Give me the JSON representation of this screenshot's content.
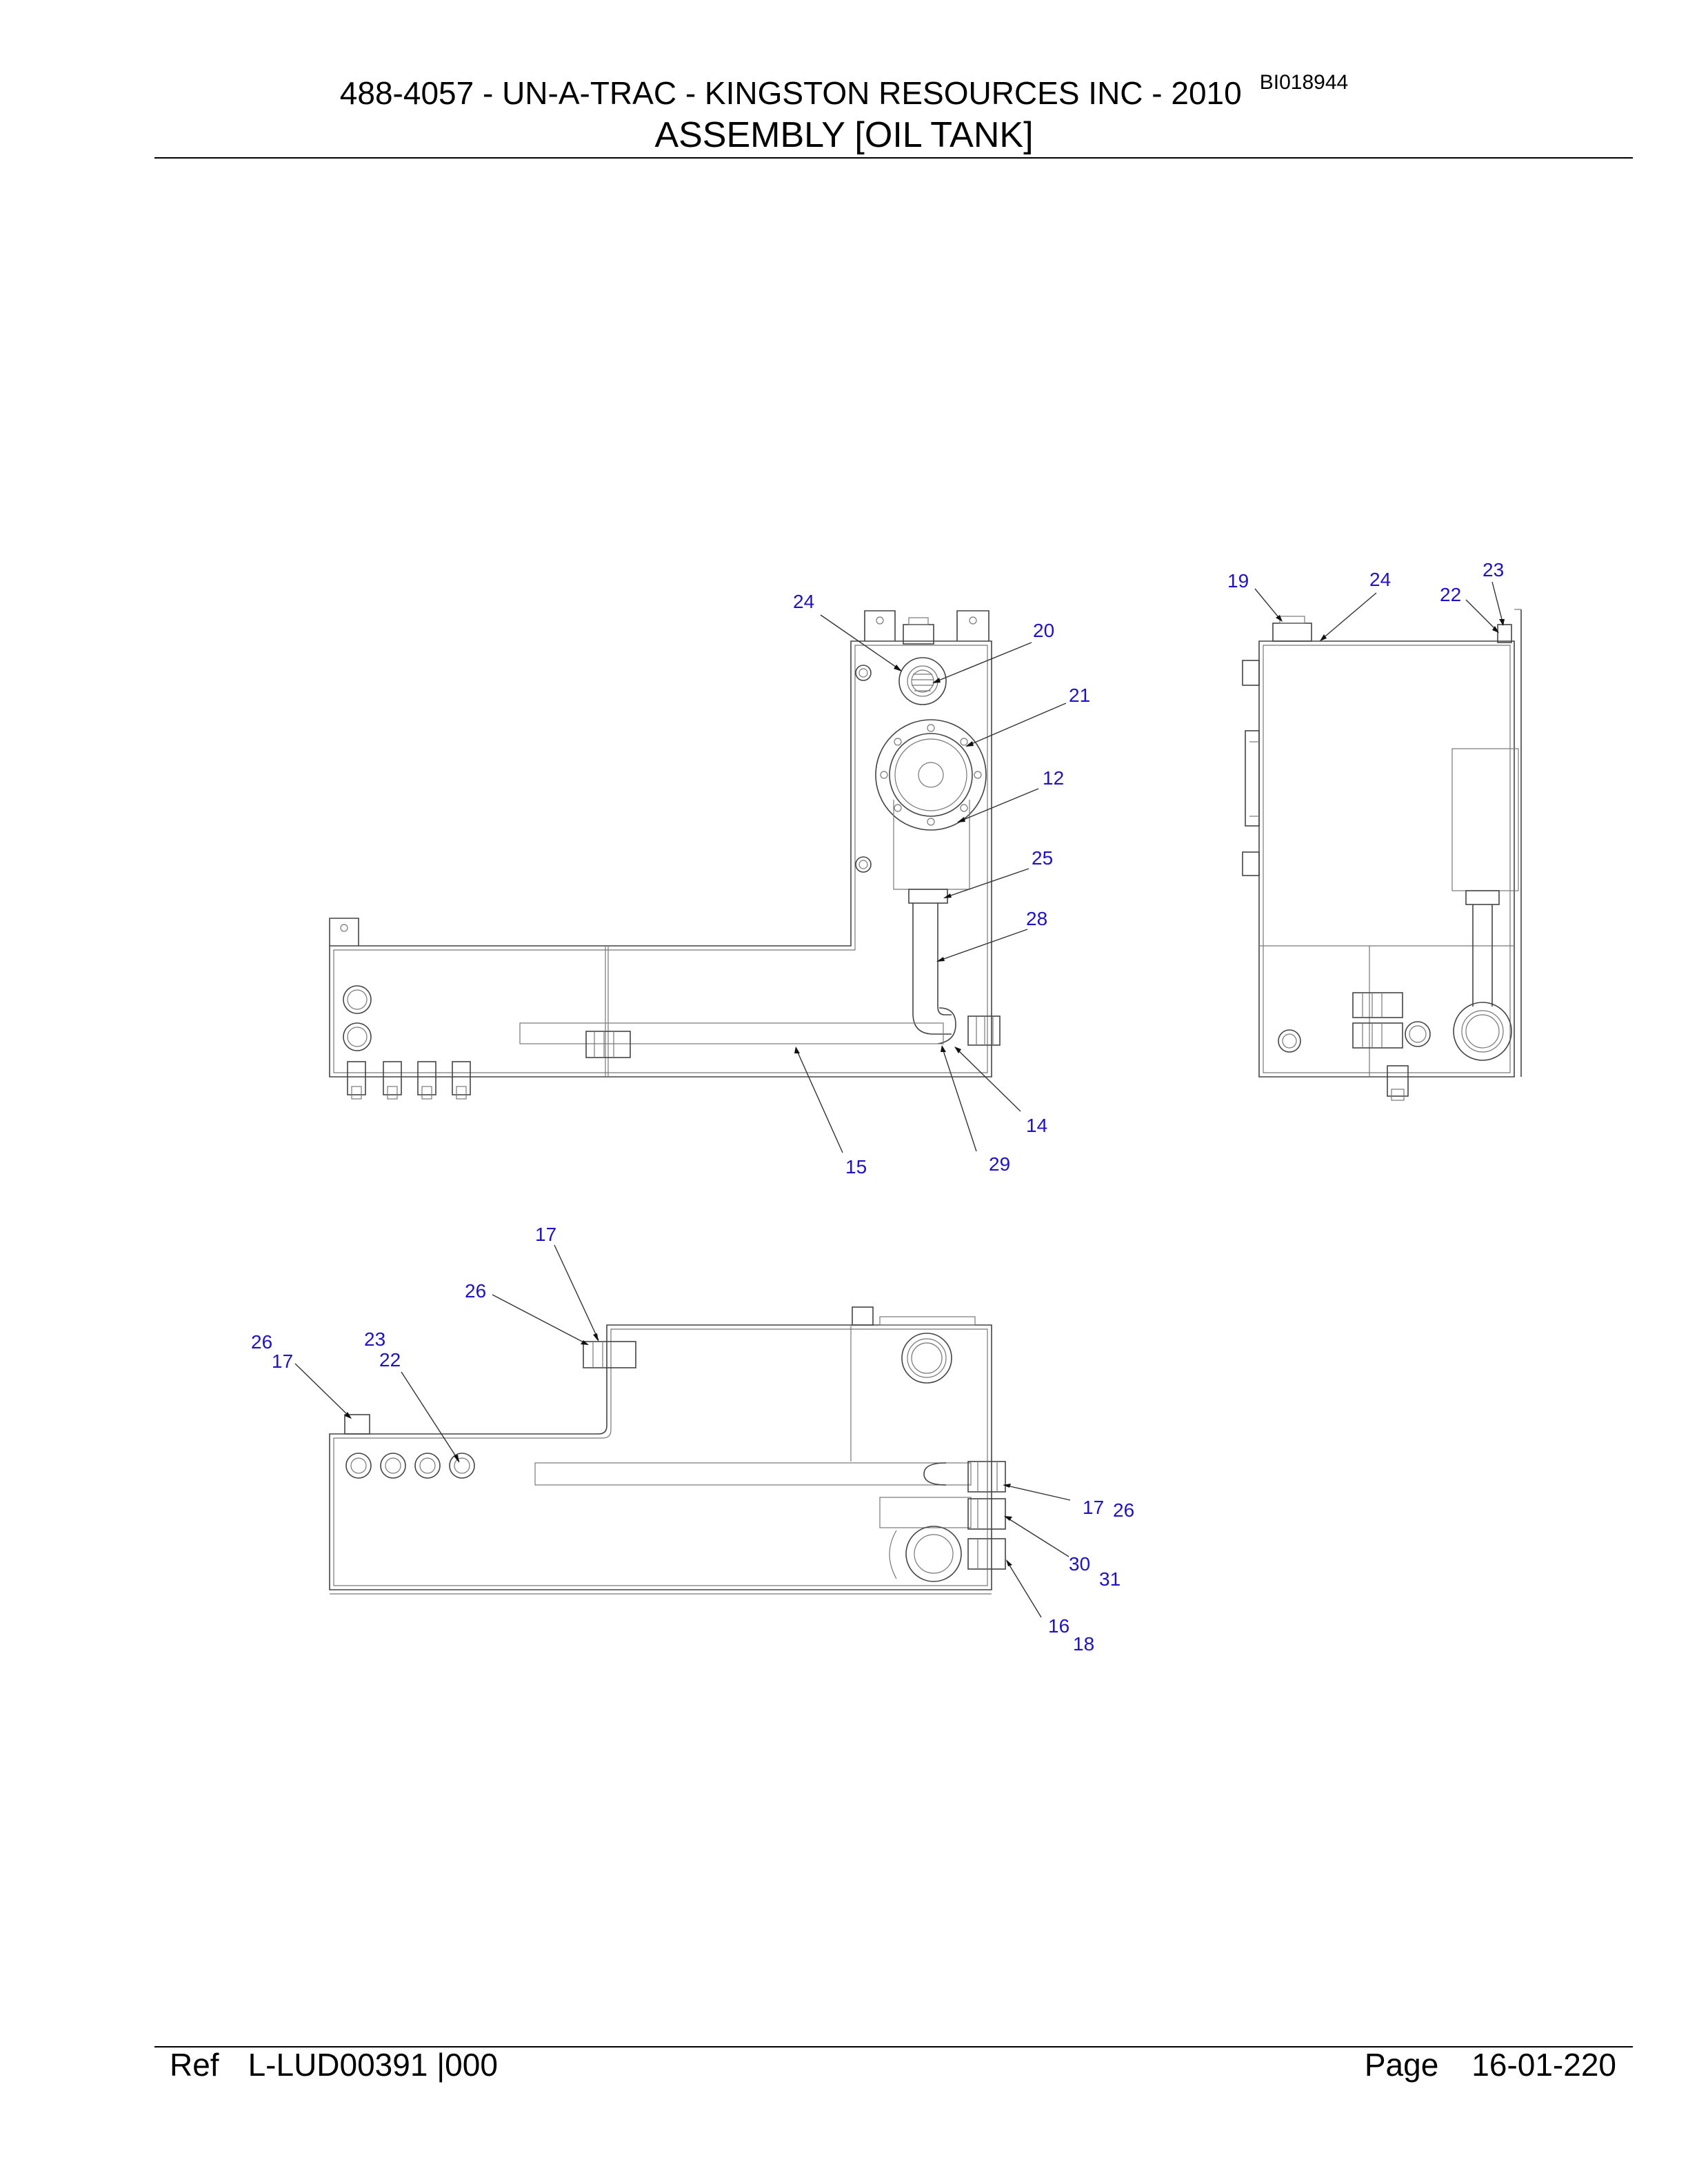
{
  "header": {
    "title": "488-4057 - UN-A-TRAC - KINGSTON RESOURCES INC - 2010",
    "doc_code": "BI018944",
    "subtitle": "ASSEMBLY [OIL TANK]"
  },
  "footer": {
    "ref_label": "Ref",
    "ref_value": "L-LUD00391 |000",
    "page_label": "Page",
    "page_value": "16-01-220"
  },
  "callouts": {
    "front": [
      "24",
      "20",
      "21",
      "12",
      "25",
      "28",
      "14",
      "15",
      "29"
    ],
    "side": [
      "19",
      "24",
      "23",
      "22"
    ],
    "top": [
      "17",
      "26",
      "26",
      "17",
      "23",
      "22",
      "17",
      "26",
      "30",
      "31",
      "16",
      "18"
    ]
  },
  "colors": {
    "callout": "#1e12c8",
    "linework": "#444444"
  }
}
